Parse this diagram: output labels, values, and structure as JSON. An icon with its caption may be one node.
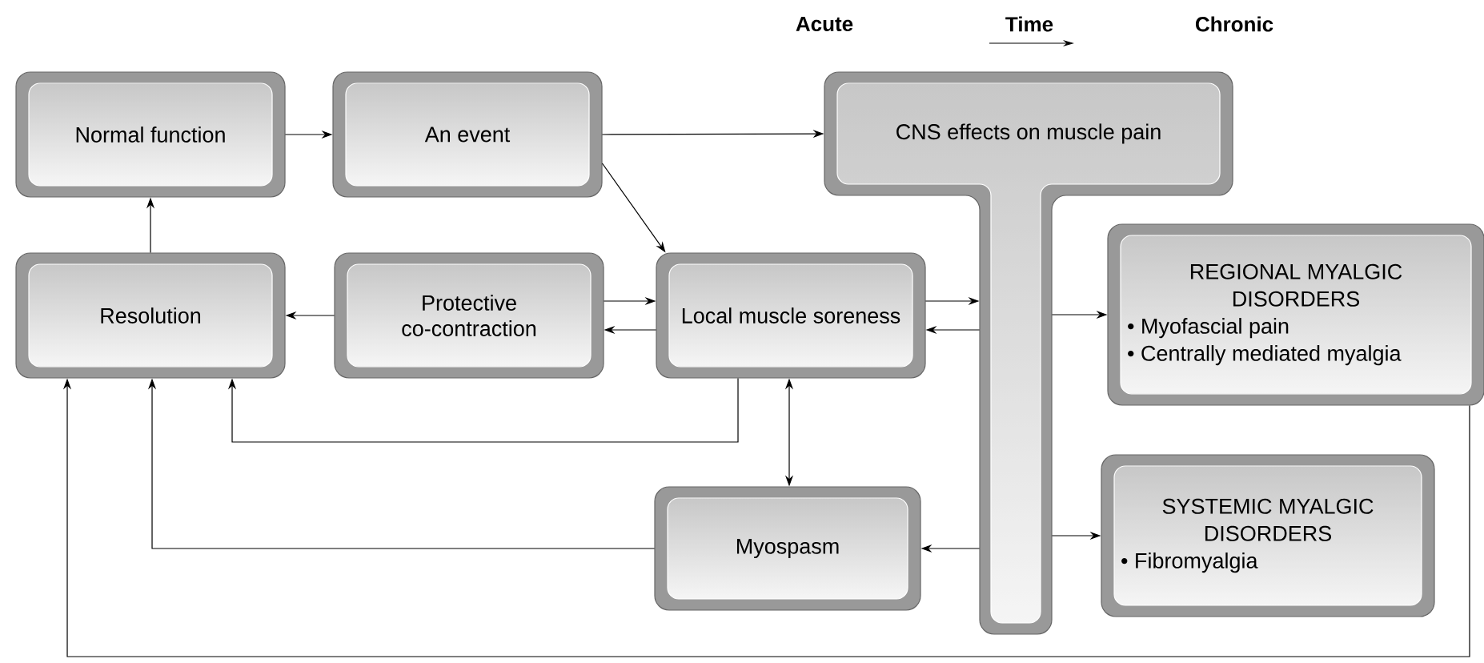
{
  "diagram": {
    "nodes": [
      {
        "text": [
          "Normal function"
        ]
      },
      {
        "text": [
          "An event"
        ]
      },
      {
        "text": [
          "CNS effects on muscle pain"
        ]
      },
      {
        "text": [
          "Resolution"
        ]
      },
      {
        "text": [
          "Protective co-contraction"
        ]
      },
      {
        "text": [
          "Local muscle soreness"
        ]
      },
      {
        "text": [
          "REGIONAL MYALGIC DISORDERS",
          "• Myofascial pain",
          "• Centrally mediated myalgia"
        ]
      },
      {
        "text": [
          "Myospasm"
        ]
      },
      {
        "text": [
          "SYSTEMIC MYALGIC DISORDERS",
          "• Fibromyalgia"
        ]
      }
    ],
    "edges": [
      {
        "from": 0,
        "to": 1,
        "arrow": "to"
      },
      {
        "from": 1,
        "to": 2,
        "arrow": "to"
      },
      {
        "from": 1,
        "to": 5,
        "arrow": "to"
      },
      {
        "from": 3,
        "to": 0,
        "arrow": "to"
      },
      {
        "from": 4,
        "to": 3,
        "arrow": "to"
      },
      {
        "from": 4,
        "to": 5,
        "arrow": "to"
      },
      {
        "from": 5,
        "to": 4,
        "arrow": "to"
      },
      {
        "from": 5,
        "to": 3,
        "arrow": "to"
      },
      {
        "from": 5,
        "to": 7,
        "arrow": "both"
      },
      {
        "from": 7,
        "to": 3,
        "arrow": "to"
      },
      {
        "from": 5,
        "to": 2,
        "arrow": "to"
      },
      {
        "from": 2,
        "to": 5,
        "arrow": "to"
      },
      {
        "from": 2,
        "to": 6,
        "arrow": "to"
      },
      {
        "from": 2,
        "to": 7,
        "arrow": "to"
      },
      {
        "from": 2,
        "to": 8,
        "arrow": "to"
      },
      {
        "from": 6,
        "to": 3,
        "arrow": "to"
      }
    ],
    "labels": [
      "Acute",
      "Time",
      "Chronic"
    ]
  }
}
